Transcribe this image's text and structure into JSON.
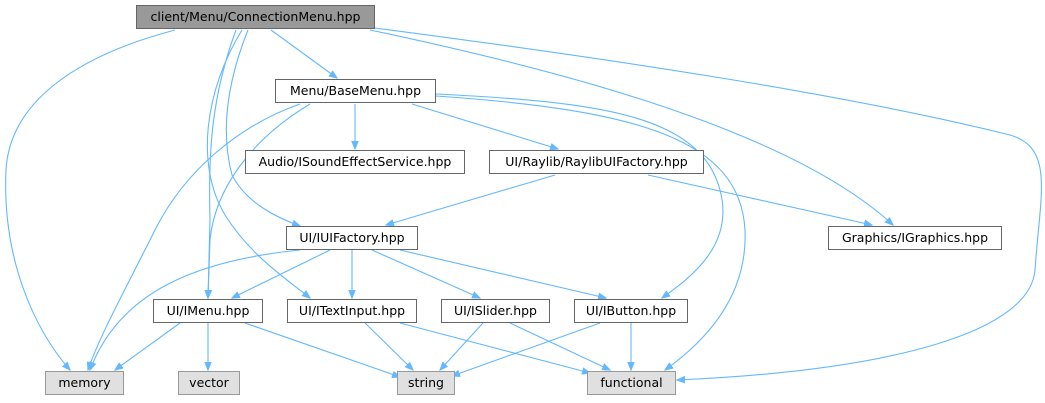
{
  "graph": {
    "edge_color": "#63b8ff",
    "node_colors": {
      "root_fill": "#999999",
      "ext_fill": "#e0e0e0",
      "node_fill": "#ffffff",
      "border": "#666666"
    },
    "nodes": {
      "root": "client/Menu/ConnectionMenu.hpp",
      "basemenu": "Menu/BaseMenu.hpp",
      "audio": "Audio/ISoundEffectService.hpp",
      "raylibfactory": "UI/Raylib/RaylibUIFactory.hpp",
      "iuifactory": "UI/IUIFactory.hpp",
      "igraphics": "Graphics/IGraphics.hpp",
      "imenu": "UI/IMenu.hpp",
      "itextinput": "UI/ITextInput.hpp",
      "islider": "UI/ISlider.hpp",
      "ibutton": "UI/IButton.hpp",
      "memory": "memory",
      "vector": "vector",
      "string": "string",
      "functional": "functional"
    },
    "edges": [
      [
        "root",
        "basemenu"
      ],
      [
        "root",
        "memory"
      ],
      [
        "root",
        "iuifactory"
      ],
      [
        "root",
        "itextinput"
      ],
      [
        "root",
        "imenu"
      ],
      [
        "root",
        "igraphics"
      ],
      [
        "root",
        "functional"
      ],
      [
        "basemenu",
        "audio"
      ],
      [
        "basemenu",
        "raylibfactory"
      ],
      [
        "basemenu",
        "memory"
      ],
      [
        "basemenu",
        "imenu"
      ],
      [
        "basemenu",
        "ibutton"
      ],
      [
        "basemenu",
        "functional"
      ],
      [
        "raylibfactory",
        "iuifactory"
      ],
      [
        "raylibfactory",
        "igraphics"
      ],
      [
        "iuifactory",
        "memory"
      ],
      [
        "iuifactory",
        "imenu"
      ],
      [
        "iuifactory",
        "itextinput"
      ],
      [
        "iuifactory",
        "islider"
      ],
      [
        "iuifactory",
        "ibutton"
      ],
      [
        "imenu",
        "memory"
      ],
      [
        "imenu",
        "vector"
      ],
      [
        "imenu",
        "string"
      ],
      [
        "itextinput",
        "string"
      ],
      [
        "itextinput",
        "functional"
      ],
      [
        "islider",
        "string"
      ],
      [
        "islider",
        "functional"
      ],
      [
        "ibutton",
        "string"
      ],
      [
        "ibutton",
        "functional"
      ]
    ]
  }
}
